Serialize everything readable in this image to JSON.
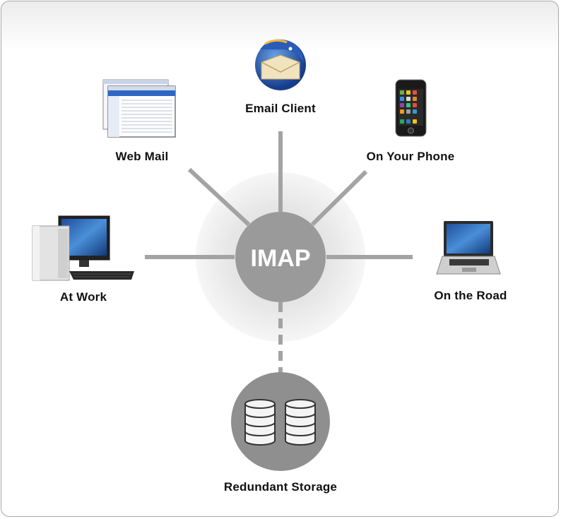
{
  "hub": {
    "label": "IMAP"
  },
  "nodes": {
    "email_client": {
      "label": "Email Client",
      "icon": "thunderbird-mail-icon"
    },
    "web_mail": {
      "label": "Web Mail",
      "icon": "webmail-screenshot-icon"
    },
    "phone": {
      "label": "On Your Phone",
      "icon": "smartphone-icon"
    },
    "work": {
      "label": "At Work",
      "icon": "desktop-computer-icon"
    },
    "road": {
      "label": "On the Road",
      "icon": "laptop-icon"
    },
    "storage": {
      "label": "Redundant Storage",
      "icon": "database-stack-icon"
    }
  },
  "colors": {
    "hub": "#9a9a9a",
    "connector": "#a3a3a3",
    "halo": "#e9e9e9",
    "storage_circle": "#8f8f8f"
  }
}
